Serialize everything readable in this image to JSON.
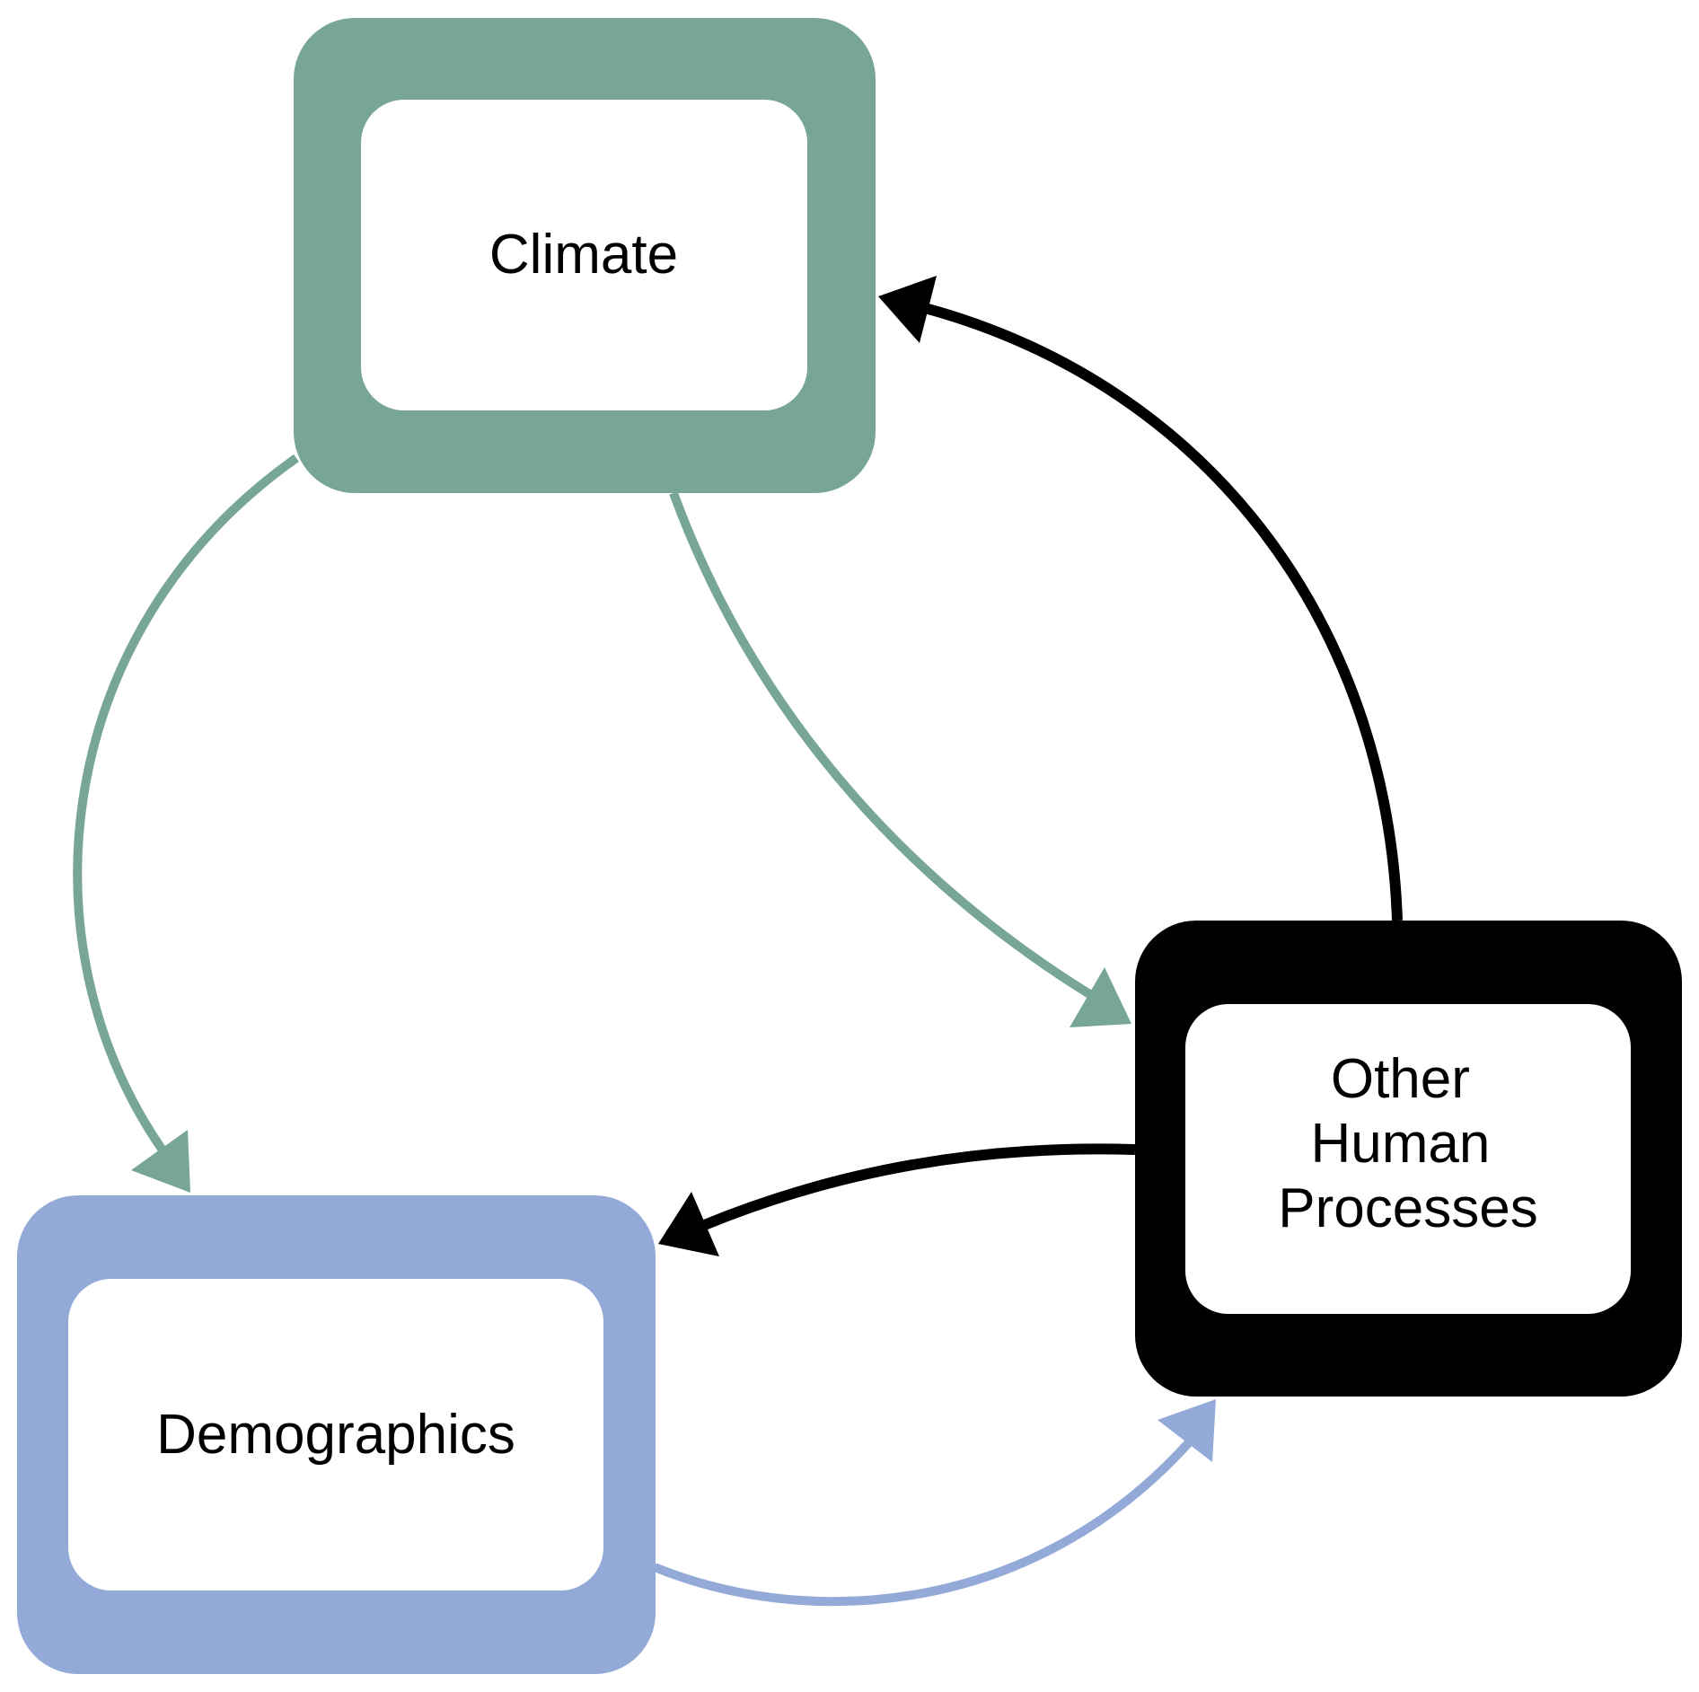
{
  "diagram": {
    "type": "feedback-loop",
    "nodes": [
      {
        "id": "climate",
        "label": "Climate",
        "lines": [
          "Climate"
        ],
        "color": "#77A694"
      },
      {
        "id": "other",
        "label": "Other Human Processes",
        "lines": [
          "Other",
          "Human",
          "Processes"
        ],
        "color": "#000000"
      },
      {
        "id": "demographics",
        "label": "Demographics",
        "lines": [
          "Demographics"
        ],
        "color": "#93A9D8"
      }
    ],
    "edges": [
      {
        "from": "climate",
        "to": "demographics",
        "color": "#77A694"
      },
      {
        "from": "climate",
        "to": "other",
        "color": "#77A694"
      },
      {
        "from": "other",
        "to": "climate",
        "color": "#000000"
      },
      {
        "from": "other",
        "to": "demographics",
        "color": "#000000"
      },
      {
        "from": "demographics",
        "to": "other",
        "color": "#93A9D8"
      }
    ]
  }
}
